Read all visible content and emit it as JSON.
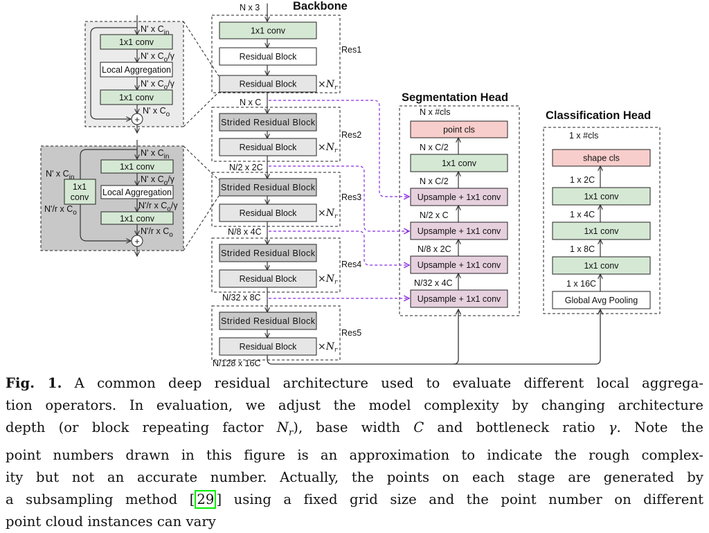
{
  "colors": {
    "conv_green": "#d5e8d4",
    "cls_red": "#f8cecc",
    "upsample_purple": "#e6d0de",
    "strided_gray": "#c8c8c8",
    "residual_gray": "#e6e6e6",
    "inset1_bg": "#ebebeb",
    "inset2_bg": "#c8c8c8",
    "skip_purple": "#8a2be2",
    "citation_box": "#00ee00"
  },
  "inset_residual": {
    "input_label": "N' x Cin",
    "conv1": "1x1 conv",
    "mid1_label": "N' x Co/γ",
    "local_agg": "Local Aggregation",
    "mid2_label": "N' x Co/γ",
    "conv2": "1x1 conv",
    "output_label": "N' x Co",
    "sum_symbol": "+"
  },
  "inset_strided": {
    "input_label": "N' x Cin",
    "shortcut_in_label": "N' x Cin",
    "shortcut_conv_line1": "1x1",
    "shortcut_conv_line2": "conv",
    "shortcut_out_label": "N'/r x Co",
    "conv1": "1x1 conv",
    "mid1_label": "N' x Co/γ",
    "local_agg": "Local Aggregation",
    "mid2_label": "N'/r x Co/γ",
    "conv2": "1x1 conv",
    "output_label": "N'/r x Co",
    "sum_symbol": "+"
  },
  "backbone": {
    "title": "Backbone",
    "input_label": "N x 3",
    "repeat_label": "×N",
    "repeat_sub": "r",
    "stages": [
      {
        "name": "Res1",
        "blocks": [
          "1x1 conv",
          "Residual Block",
          "Residual Block"
        ],
        "out_label": "N x C"
      },
      {
        "name": "Res2",
        "blocks": [
          "Strided Residual Block",
          "Residual Block"
        ],
        "out_label": "N/2 x 2C"
      },
      {
        "name": "Res3",
        "blocks": [
          "Strided Residual Block",
          "Residual Block"
        ],
        "out_label": "N/8 x 4C"
      },
      {
        "name": "Res4",
        "blocks": [
          "Strided Residual Block",
          "Residual Block"
        ],
        "out_label": "N/32 x 8C"
      },
      {
        "name": "Res5",
        "blocks": [
          "Strided Residual Block",
          "Residual Block"
        ],
        "out_label": "N/128 x 16C"
      }
    ]
  },
  "seg_head": {
    "title": "Segmentation Head",
    "top_label": "N x #cls",
    "blocks": [
      "point cls",
      "1x1 conv",
      "Upsample + 1x1 conv",
      "Upsample + 1x1 conv",
      "Upsample + 1x1 conv",
      "Upsample + 1x1 conv"
    ],
    "between_labels": [
      "N x C/2",
      "N x C/2",
      "N/2 x C",
      "N/8 x 2C",
      "N/32 x 4C"
    ]
  },
  "cls_head": {
    "title": "Classification Head",
    "top_label": "1 x #cls",
    "blocks": [
      "shape cls",
      "1x1 conv",
      "1x1 conv",
      "1x1 conv",
      "Global Avg Pooling"
    ],
    "between_labels": [
      "1 x 2C",
      "1 x 4C",
      "1 x 8C",
      "1 x 16C"
    ]
  },
  "caption": {
    "label": "Fig. 1.",
    "lines": [
      " A common deep residual architecture used to evaluate different local aggrega-",
      "tion operators. In evaluation, we adjust the model complexity by changing architecture",
      "depth (or block repeating factor ",
      "), base width ",
      " and bottleneck ratio ",
      ". Note the",
      "point numbers drawn in this figure is an approximation to indicate the rough complex-",
      "ity but not an accurate number. Actually, the points on each stage are generated by",
      "a subsampling method ",
      " using a fixed grid size and the point number on different",
      "point cloud instances can vary"
    ],
    "math_Nr": "N",
    "math_Nr_sub": "r",
    "math_C": "C",
    "math_gamma": "γ",
    "citation": "29",
    "bracket_open": "[",
    "bracket_close": "]"
  }
}
